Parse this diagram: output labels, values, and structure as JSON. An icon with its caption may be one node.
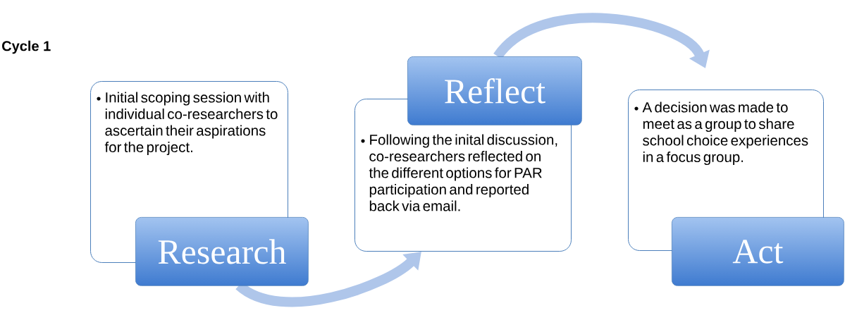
{
  "diagram": {
    "title": "Cycle 1",
    "nodes": [
      {
        "text": [
          "Initial scoping session with individual co-researchers to ascertain their aspirations for the project."
        ]
      },
      {
        "text": [
          "Research"
        ]
      },
      {
        "text": [
          "Following the inital discussion, co-researchers reflected on the different options for PAR participation and reported back via email."
        ]
      },
      {
        "text": [
          "Reflect"
        ]
      },
      {
        "text": [
          "A decision was made to meet as a group to share school choice experiences in a focus group."
        ]
      },
      {
        "text": [
          "Act"
        ]
      }
    ],
    "edges": [
      {
        "from": 1,
        "to": 2,
        "arrow": "to"
      },
      {
        "from": 3,
        "to": 4,
        "arrow": "to"
      }
    ]
  }
}
